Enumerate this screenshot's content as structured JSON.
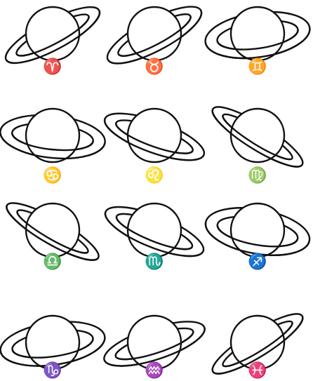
{
  "figure": {
    "colors": {
      "ink": "#111111",
      "paper": "#ffffff"
    },
    "panels": [
      {
        "sign": "aries",
        "glyph": "♈",
        "ring_tilt_deg": -28,
        "ring_openness": 0.28
      },
      {
        "sign": "taurus",
        "glyph": "♉",
        "ring_tilt_deg": -28,
        "ring_openness": 0.3
      },
      {
        "sign": "gemini",
        "glyph": "♊",
        "ring_tilt_deg": -8,
        "ring_openness": 0.42
      },
      {
        "sign": "cancer",
        "glyph": "♋",
        "ring_tilt_deg": 6,
        "ring_openness": 0.4
      },
      {
        "sign": "leo",
        "glyph": "♌",
        "ring_tilt_deg": 20,
        "ring_openness": 0.3
      },
      {
        "sign": "virgo",
        "glyph": "♍",
        "ring_tilt_deg": 32,
        "ring_openness": 0.24
      },
      {
        "sign": "libra",
        "glyph": "♎",
        "ring_tilt_deg": 30,
        "ring_openness": 0.24
      },
      {
        "sign": "scorpio",
        "glyph": "♏",
        "ring_tilt_deg": 22,
        "ring_openness": 0.3
      },
      {
        "sign": "sagittarius",
        "glyph": "♐",
        "ring_tilt_deg": 10,
        "ring_openness": 0.42
      },
      {
        "sign": "capricorn",
        "glyph": "♑",
        "ring_tilt_deg": -8,
        "ring_openness": 0.4
      },
      {
        "sign": "aquarius",
        "glyph": "♒",
        "ring_tilt_deg": -18,
        "ring_openness": 0.3
      },
      {
        "sign": "pisces",
        "glyph": "♓",
        "ring_tilt_deg": -32,
        "ring_openness": 0.24
      }
    ]
  }
}
